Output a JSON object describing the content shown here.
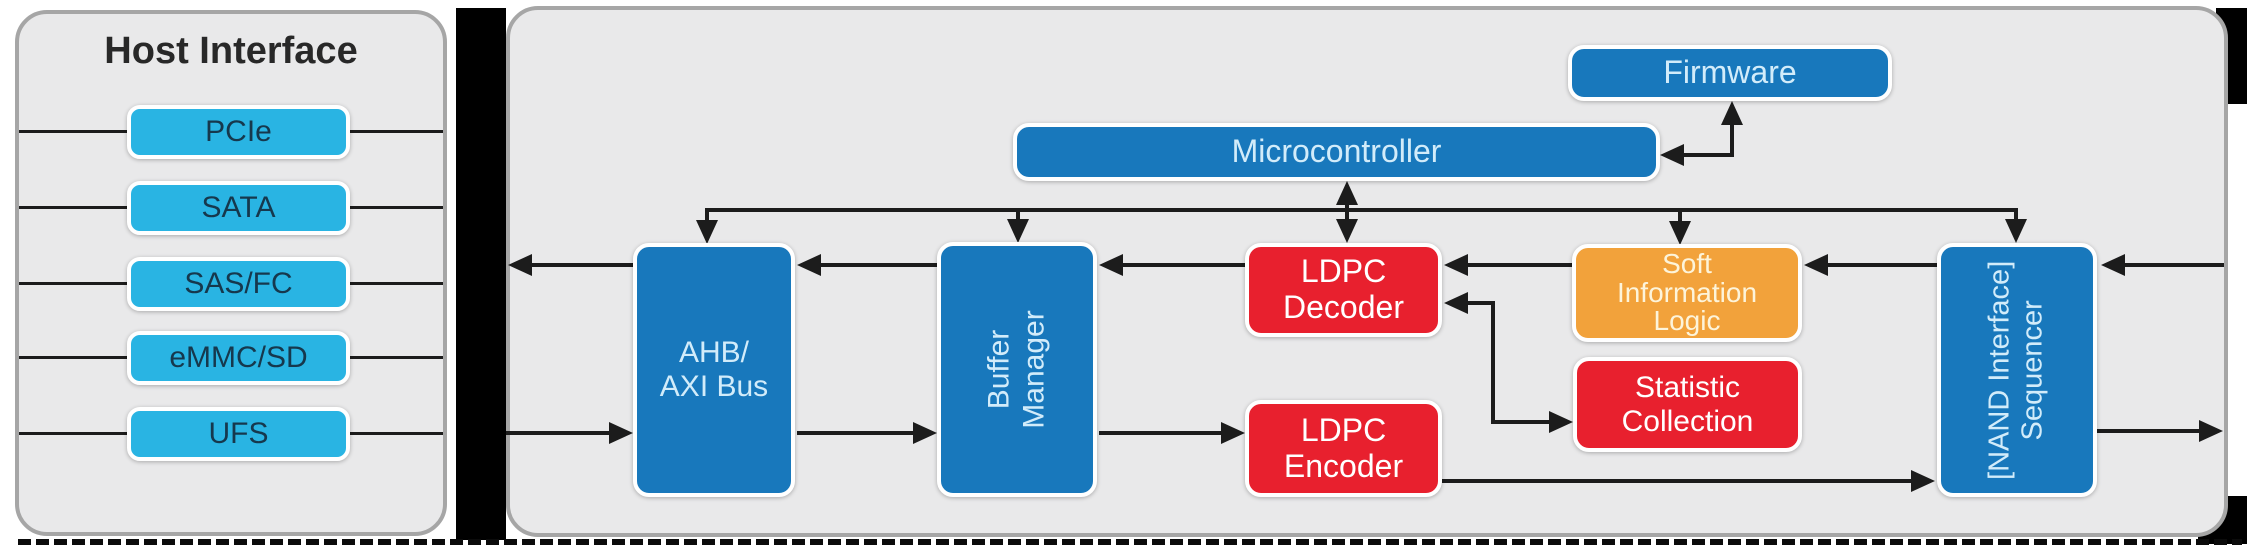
{
  "host_panel": {
    "title": "Host Interface",
    "items": [
      "PCIe",
      "SATA",
      "SAS/FC",
      "eMMC/SD",
      "UFS"
    ]
  },
  "controller_panel": {
    "firmware": "Firmware",
    "microcontroller": "Microcontroller",
    "ahb_axi_bus": "AHB/\nAXI Bus",
    "buffer_manager": "Buffer\nManager",
    "ldpc_decoder": "LDPC\nDecoder",
    "ldpc_encoder": "LDPC\nEncoder",
    "soft_information_logic": "Soft\nInformation\nLogic",
    "statistic_collection": "Statistic\nCollection",
    "nand_sequencer": "[NAND Interface]\nSequencer"
  },
  "colors": {
    "blue": "#1878bc",
    "cyan": "#29b4e3",
    "red": "#e8202e",
    "orange": "#f2a23b",
    "panel_fill": "#e9e9ea",
    "panel_border": "#a6a6a6",
    "line": "#1c1c1c",
    "text_on_blue": "#d2ecfa",
    "text_on_cyan": "#16384d",
    "title_text": "#282828"
  }
}
